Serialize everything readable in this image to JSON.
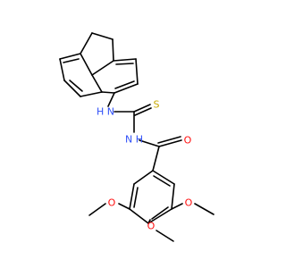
{
  "molecule": {
    "labels": {
      "nh": "H N",
      "s": "S",
      "n": "N H",
      "o_carbonyl": "O",
      "o_methoxy_left": "O",
      "o_methoxy_right": "O",
      "o_methoxy_bottom": "O"
    },
    "colors": {
      "bond": "#000000",
      "nitrogen": "#3050f8",
      "sulfur": "#c8a800",
      "oxygen": "#ff0d0d"
    }
  }
}
